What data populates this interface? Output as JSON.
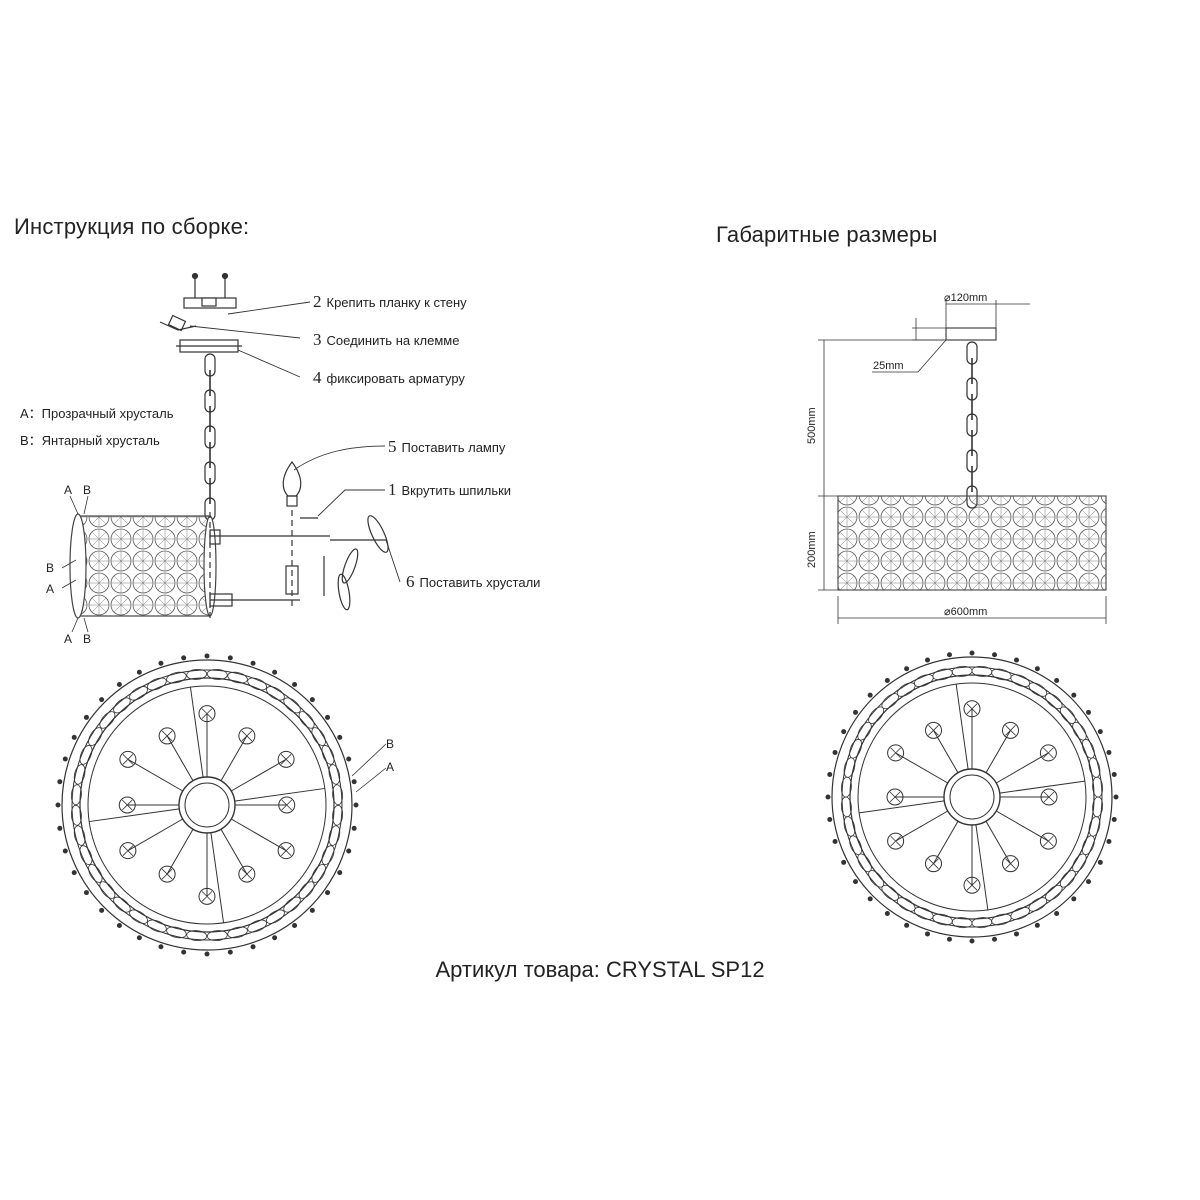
{
  "headings": {
    "assembly": "Инструкция по сборке:",
    "dimensions": "Габаритные размеры"
  },
  "steps": [
    {
      "num": "2",
      "text": "Крепить планку к стену"
    },
    {
      "num": "3",
      "text": "Соединить на клемме"
    },
    {
      "num": "4",
      "text": "фиксировать арматуру"
    },
    {
      "num": "5",
      "text": "Поставить лампу"
    },
    {
      "num": "1",
      "text": "Вкрутить шпильки"
    },
    {
      "num": "6",
      "text": "Поставить хрустали"
    }
  ],
  "legend": {
    "a": "A：Прозрачный хрусталь",
    "b": "B：Янтарный хрусталь"
  },
  "crystal_labels": {
    "a": "A",
    "b": "B"
  },
  "dimensions": {
    "canopy_diameter": "⌀120mm",
    "canopy_height": "25mm",
    "chain_length": "500mm",
    "shade_height": "200mm",
    "shade_diameter": "⌀600mm"
  },
  "article": "Артикул товара: CRYSTAL SP12"
}
